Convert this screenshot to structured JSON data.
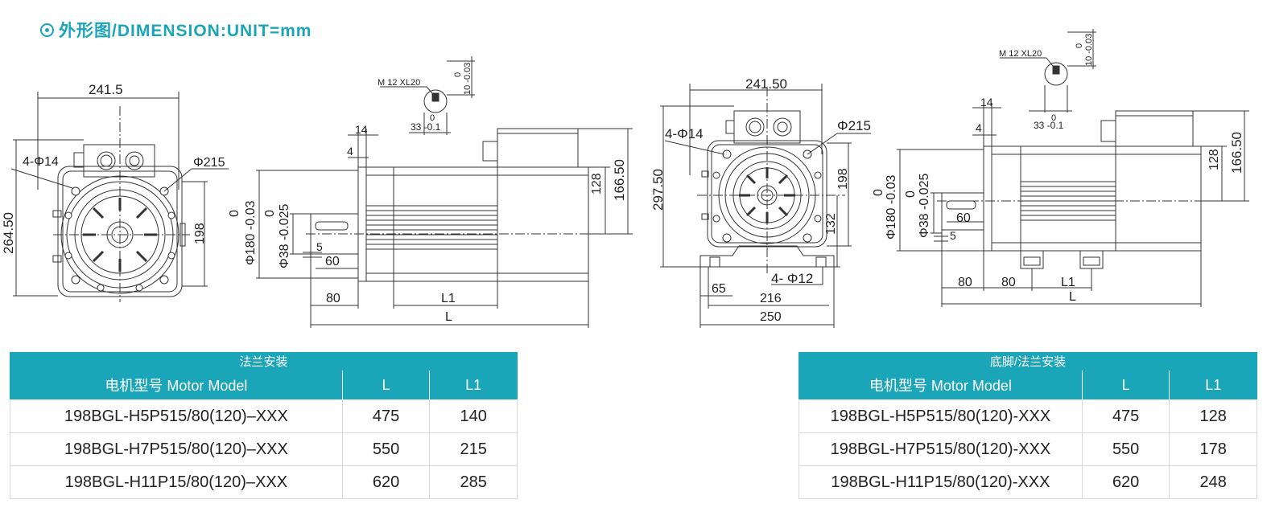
{
  "title": {
    "text": "外形图/DIMENSION:UNIT=mm"
  },
  "drawing1": {
    "d_width": "241.5",
    "d_height": "264.50",
    "d_holes": "4-Φ14",
    "d_pcd": "Φ215",
    "d_198": "198"
  },
  "drawing2": {
    "thread": "M 12 XL20",
    "key_tol_a": "0",
    "key_tol_b": "10 -0.03",
    "key_w_tol": "0",
    "key_w": "33 -0.1",
    "d14": "14",
    "d4": "4",
    "d_flange_tol": "0",
    "d_flange": "Φ180 -0.03",
    "d_shaft_tol": "0",
    "d_shaft": "Φ38 -0.025",
    "d5": "5",
    "d60": "60",
    "d80": "80",
    "dL1": "L1",
    "dL": "L",
    "d128": "128",
    "d166": "166.50"
  },
  "drawing3": {
    "d_width": "241.50",
    "d_holes": "4-Φ14",
    "d_pcd": "Φ215",
    "d_height": "297.50",
    "d198": "198",
    "d132": "132",
    "d_foot_holes": "4- Φ12",
    "d65": "65",
    "d216": "216",
    "d250": "250"
  },
  "drawing4": {
    "thread": "M 12 XL20",
    "key_tol_a": "0",
    "key_tol_b": "10 -0.03",
    "key_w_tol": "0",
    "key_w": "33 -0.1",
    "d14": "14",
    "d4": "4",
    "d_flange_tol": "0",
    "d_flange": "Φ180 -0.03",
    "d_shaft_tol": "0",
    "d_shaft": "Φ38 -0.025",
    "d60": "60",
    "d5": "5",
    "d80a": "80",
    "d80b": "80",
    "dL1": "L1",
    "dL": "L",
    "d128": "128",
    "d166": "166.50"
  },
  "table1": {
    "caption": "法兰安装",
    "headers": [
      "电机型号 Motor Model",
      "L",
      "L1"
    ],
    "rows": [
      [
        "198BGL-H5P515/80(120)–XXX",
        "475",
        "140"
      ],
      [
        "198BGL-H7P515/80(120)–XXX",
        "550",
        "215"
      ],
      [
        "198BGL-H11P15/80(120)–XXX",
        "620",
        "285"
      ]
    ]
  },
  "table2": {
    "caption": "底脚/法兰安装",
    "headers": [
      "电机型号 Motor Model",
      "L",
      "L1"
    ],
    "rows": [
      [
        "198BGL-H5P515/80(120)-XXX",
        "475",
        "128"
      ],
      [
        "198BGL-H7P515/80(120)-XXX",
        "550",
        "178"
      ],
      [
        "198BGL-H11P15/80(120)-XXX",
        "620",
        "248"
      ]
    ]
  },
  "colors": {
    "accent": "#1ba5b8"
  }
}
